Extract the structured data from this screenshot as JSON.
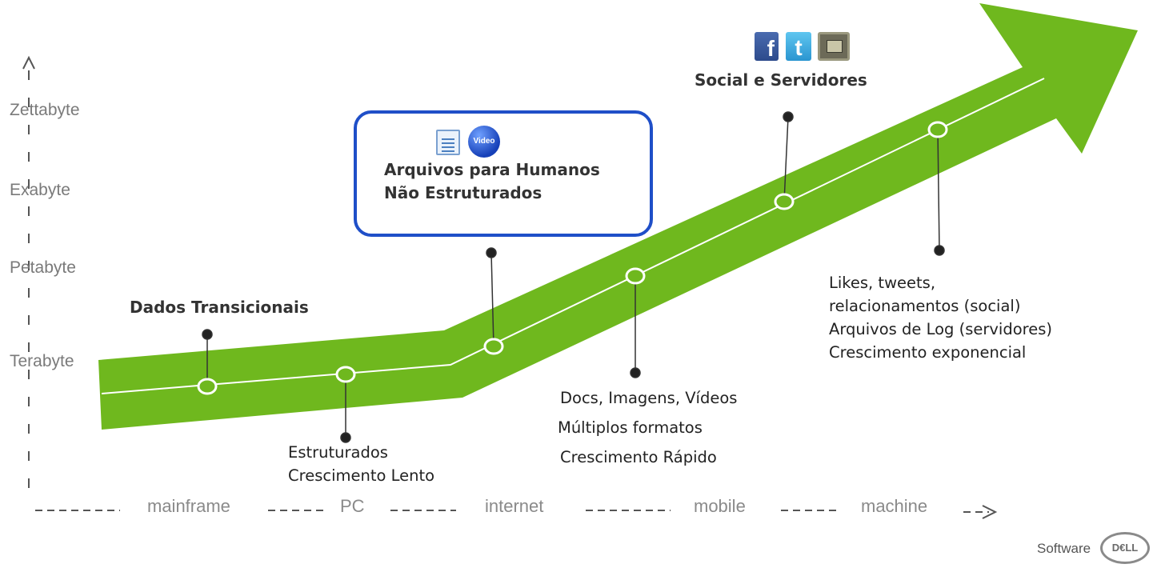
{
  "scale": {
    "zettabyte": "Zettabyte",
    "exabyte": "Exabyte",
    "petabyte": "Petabyte",
    "terabyte": "Terabyte"
  },
  "eras": {
    "mainframe": "mainframe",
    "pc": "PC",
    "internet": "internet",
    "mobile": "mobile",
    "machine": "machine"
  },
  "phases": {
    "transactional": {
      "title": "Dados Transicionais",
      "lines": [
        "Estruturados",
        "Crescimento Lento"
      ]
    },
    "human_files": {
      "title_line1": "Arquivos para Humanos",
      "title_line2": "Não Estruturados",
      "lines": [
        "Docs, Imagens, Vídeos",
        "Múltiplos formatos",
        "Crescimento Rápido"
      ]
    },
    "social": {
      "title": "Social e Servidores",
      "lines": [
        "Likes, tweets,",
        "relacionamentos (social)",
        "Arquivos de Log (servidores)",
        "Crescimento exponencial"
      ]
    }
  },
  "icons": {
    "facebook": "f",
    "twitter": "t",
    "video": "Video"
  },
  "footer": {
    "brand_text": "Software",
    "logo_text": "D€LL"
  },
  "colors": {
    "arrow_green": "#6fb81e",
    "highlight_blue": "#1f4fc8"
  }
}
